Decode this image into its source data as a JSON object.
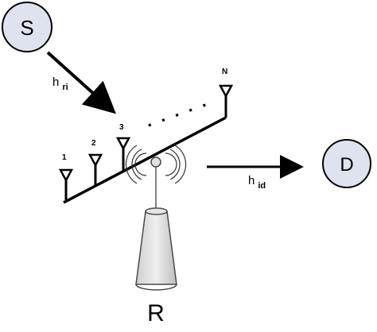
{
  "diagram": {
    "nodes": {
      "source": {
        "label": "S",
        "fill": "#dfe3ef",
        "stroke": "#000000"
      },
      "destination": {
        "label": "D",
        "fill": "#dfe3ef",
        "stroke": "#000000"
      },
      "relay": {
        "label": "R",
        "fill": "#dcdcdc",
        "stroke": "#4a4a4a"
      }
    },
    "channels": {
      "source_to_relay": {
        "base": "h",
        "subscript": "ri"
      },
      "relay_to_destination": {
        "base": "h",
        "subscript": "id"
      }
    },
    "antennas": {
      "labels": [
        "1",
        "2",
        "3",
        "N"
      ],
      "ellipsis": ". . . . ."
    }
  }
}
